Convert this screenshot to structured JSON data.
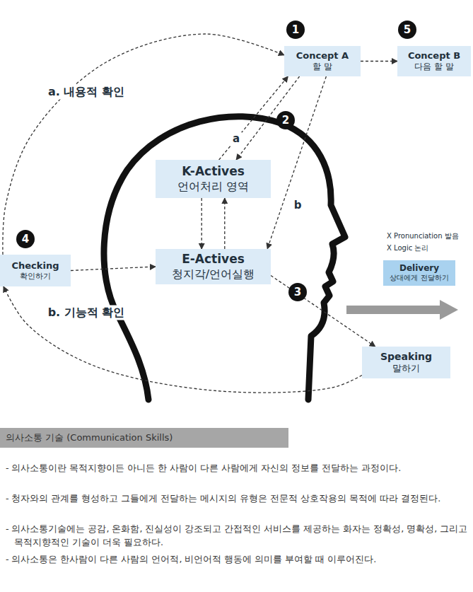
{
  "diagram": {
    "nodes": [
      {
        "text": [
          "Concept A",
          "할 말"
        ]
      },
      {
        "text": [
          "Concept B",
          "다음 할 말"
        ]
      },
      {
        "text": [
          "K-Actives",
          "언어처리 영역"
        ]
      },
      {
        "text": [
          "Checking",
          "확인하기"
        ]
      },
      {
        "text": [
          "E-Actives",
          "청지각/언어실행"
        ]
      },
      {
        "text": [
          "Delivery",
          "상대에게 전달하기"
        ]
      },
      {
        "text": [
          "Speaking",
          "말하기"
        ]
      },
      {
        "text": [
          "의사소통 기술 (Communication Skills)"
        ]
      }
    ],
    "edges": [
      {
        "from": 0,
        "to": 1,
        "arrow": "to"
      },
      {
        "from": 3,
        "to": 0,
        "arrow": "to",
        "label": "a. 내용적 확인"
      },
      {
        "from": 2,
        "to": 0,
        "arrow": "to"
      },
      {
        "from": 0,
        "to": 2,
        "arrow": "to",
        "label": "a"
      },
      {
        "from": 0,
        "to": 4,
        "arrow": "to",
        "label": "b"
      },
      {
        "from": 2,
        "to": 4,
        "arrow": "to"
      },
      {
        "from": 4,
        "to": 2,
        "arrow": "to"
      },
      {
        "from": 3,
        "to": 4,
        "arrow": "to"
      },
      {
        "from": 4,
        "to": 6,
        "arrow": "to"
      },
      {
        "from": 6,
        "to": 3,
        "arrow": "to",
        "label": "b. 기능적 확인"
      }
    ],
    "labels": [
      "1",
      "5",
      "2",
      "3",
      "4",
      "X Pronunciation 발음",
      "X Logic 논리",
      "- 의사소통이란 목적지향이든 아니든 한 사람이 다른 사람에게 자신의 정보를 전달하는 과정이다.",
      "- 청자와의 관계를 형성하고 그들에게 전달하는 메시지의 유형은 전문적 상호작용의 목적에 따라 결정된다.",
      "- 의사소통기술에는 공감, 온화함, 진실성이 강조되고 간접적인 서비스를 제공하는 화자는 정확성, 명확성, 그리고 목적지향적인 기술이 더욱 필요하다.",
      "- 의사소통은 한사람이 다른 사람의 언어적, 비언어적 행동에 의미를 부여할 때 이루어진다."
    ]
  }
}
